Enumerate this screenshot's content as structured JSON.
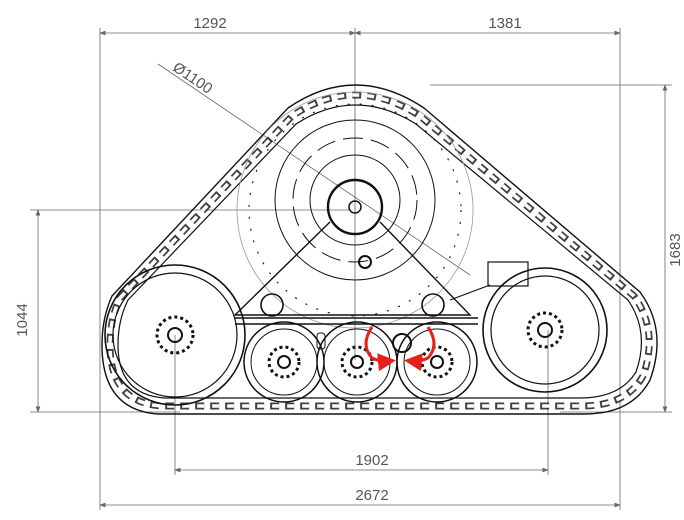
{
  "drawing": {
    "dimensions": {
      "top_left": "1292",
      "top_right": "1381",
      "sprocket_diameter": "Ø1100",
      "left_height": "1044",
      "right_height": "1683",
      "inner_width": "1902",
      "overall_width": "2672"
    },
    "colors": {
      "line": "#111111",
      "dimension": "#666666",
      "arrow": "#e8201a"
    }
  }
}
